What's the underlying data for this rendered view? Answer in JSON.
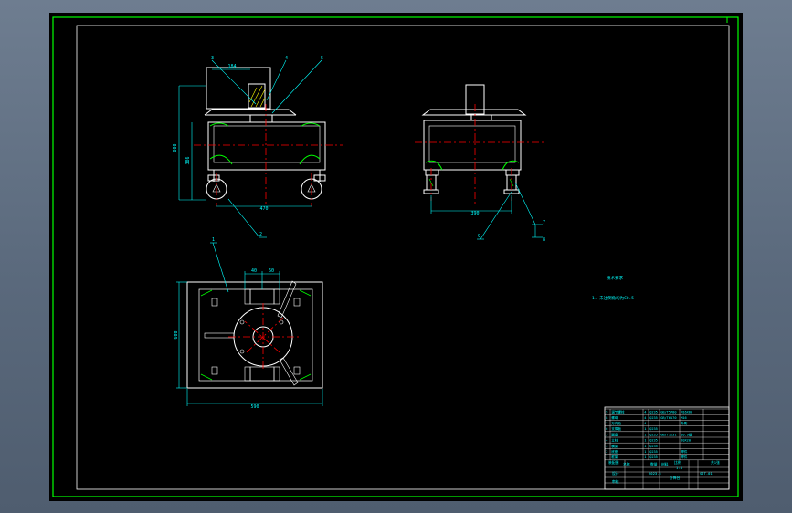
{
  "colors": {
    "background": "#000000",
    "viewport": "#5c6b7d",
    "border": "#00ff00",
    "outline": "#ffffff",
    "dimension": "#00ffff",
    "centerline": "#ff0000",
    "hatch": "#ffff00",
    "leader": "#00ffff"
  },
  "front_view": {
    "balloons": [
      "3",
      "4",
      "5",
      "2"
    ],
    "dim_top": "184",
    "dim_width": "470",
    "dim_height_total": "800",
    "dim_height_body": "386"
  },
  "side_view": {
    "balloons": [
      "9",
      "7",
      "8"
    ],
    "dim_width": "390"
  },
  "plan_view": {
    "balloons": [
      "1"
    ],
    "dim_a": "40",
    "dim_b": "60",
    "dim_width": "590",
    "dim_height": "600"
  },
  "notes": {
    "title": "技术要求",
    "line1": "1. 未注倒角均为C0.5"
  },
  "title_block": {
    "rows": [
      [
        "9",
        "调节螺栓",
        "4",
        "Q235",
        "GB/T5780",
        "M16X60"
      ],
      [
        "8",
        "螺母",
        "4",
        "Q235",
        "GB/T6170",
        "M16"
      ],
      [
        "7",
        "万向轮",
        "4",
        "",
        "",
        "外购"
      ],
      [
        "6",
        "支撑板",
        "1",
        "Q235",
        "",
        ""
      ],
      [
        "5",
        "圆盘",
        "1",
        "Q235",
        "GB/T1231",
        "10.9级"
      ],
      [
        "4",
        "立柱",
        "1",
        "Q235",
        "",
        "20X20"
      ],
      [
        "3",
        "横梁",
        "1",
        "Q235",
        "",
        ""
      ],
      [
        "2",
        "底座",
        "1",
        "Q235",
        "",
        "焊件"
      ],
      [
        "1",
        "框架",
        "1",
        "Q235",
        "",
        "焊件"
      ]
    ],
    "header_name": "名称",
    "header_qty": "数量",
    "header_material": "材料",
    "scale_label": "比例",
    "scale": "1:4",
    "designer_label": "设计",
    "checker_label": "审核",
    "drawing_title": "升降台",
    "drawing_no": "SJT-01",
    "date": "2023.5",
    "company": "装配图",
    "sheet": "共1张"
  }
}
